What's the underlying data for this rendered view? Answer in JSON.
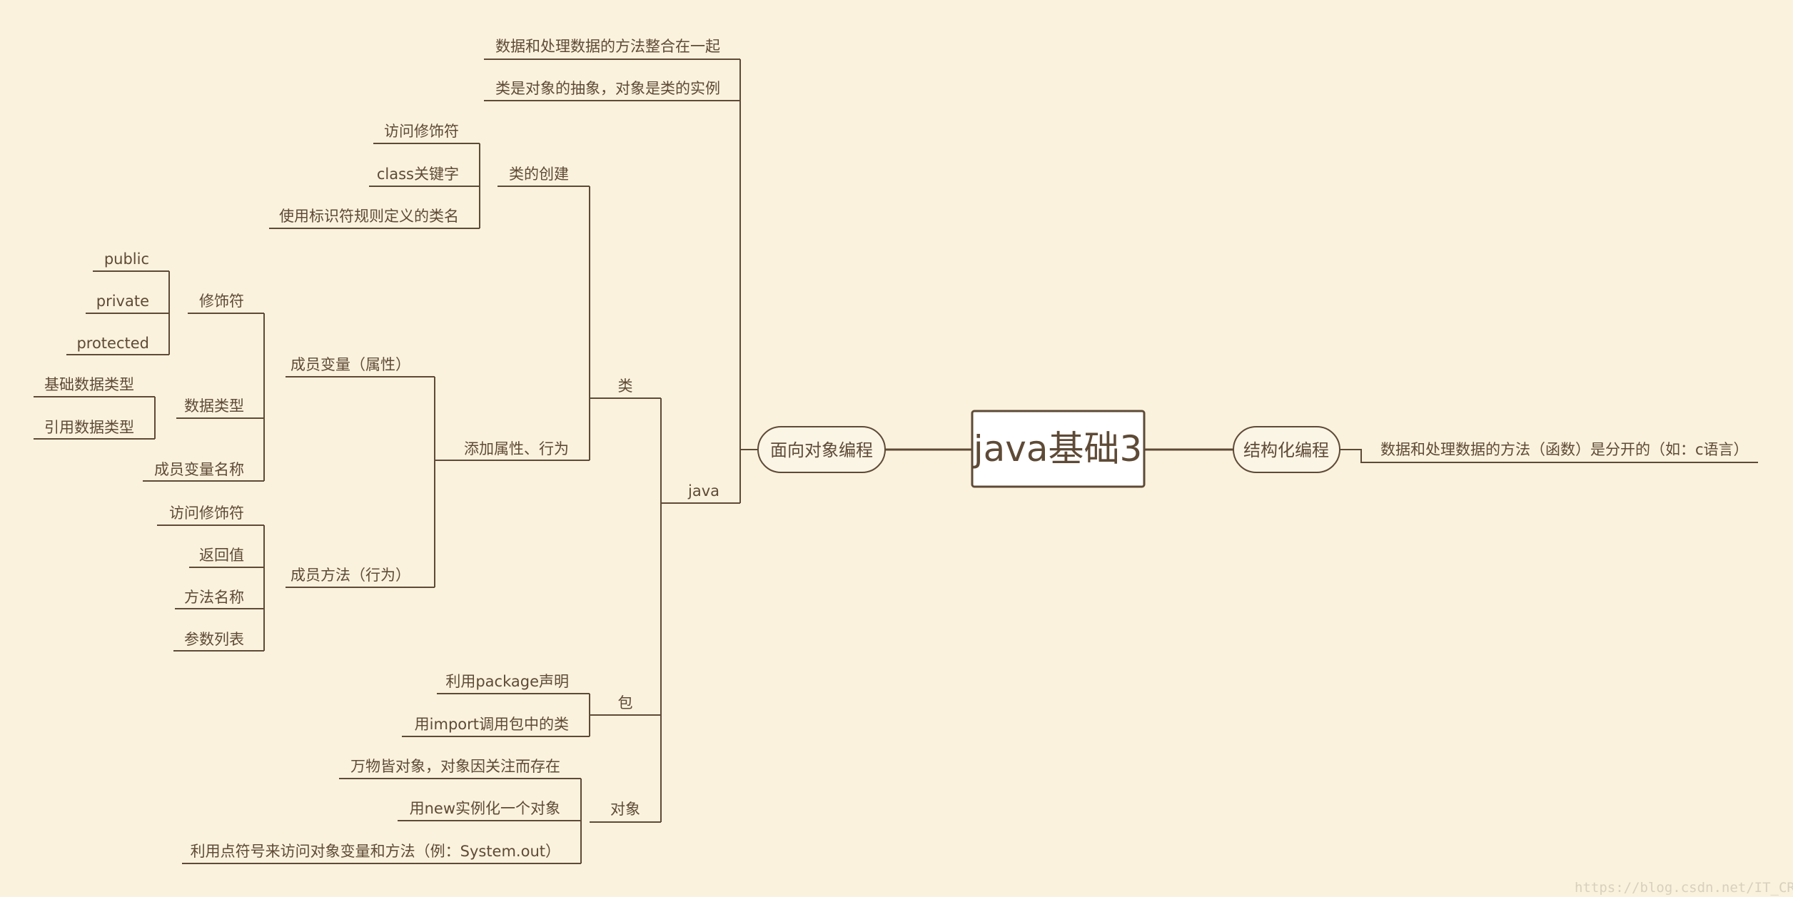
{
  "central": "java基础3",
  "main_topics": {
    "oop": "面向对象编程",
    "structured": "结构化编程"
  },
  "structured_children": {
    "desc": "数据和处理数据的方法（函数）是分开的（如：c语言）"
  },
  "oop_children": {
    "combine": "数据和处理数据的方法整合在一起",
    "abstract": "类是对象的抽象，对象是类的实例",
    "java": "java"
  },
  "java_children": {
    "class": "类",
    "package": "包",
    "object": "对象"
  },
  "class_children": {
    "creation": "类的创建",
    "add_attr": "添加属性、行为"
  },
  "creation_children": {
    "access": "访问修饰符",
    "keyword": "class关键字",
    "naming": "使用标识符规则定义的类名"
  },
  "add_attr_children": {
    "member_var": "成员变量（属性）",
    "member_method": "成员方法（行为）"
  },
  "member_var_children": {
    "modifier": "修饰符",
    "datatype": "数据类型",
    "var_name": "成员变量名称"
  },
  "modifier_children": {
    "public": "public",
    "private": "private",
    "protected": "protected"
  },
  "datatype_children": {
    "basic": "基础数据类型",
    "ref": "引用数据类型"
  },
  "method_children": {
    "access": "访问修饰符",
    "return": "返回值",
    "name": "方法名称",
    "params": "参数列表"
  },
  "package_children": {
    "declare": "利用package声明",
    "import": "用import调用包中的类"
  },
  "object_children": {
    "everything": "万物皆对象，对象因关注而存在",
    "new": "用new实例化一个对象",
    "dot": "利用点符号来访问对象变量和方法（例：System.out）"
  },
  "watermark": "https://blog.csdn.net/IT_CREATE",
  "colors": {
    "background": "#faf2dd",
    "line": "#5e4a36",
    "text": "#5e4a36"
  }
}
